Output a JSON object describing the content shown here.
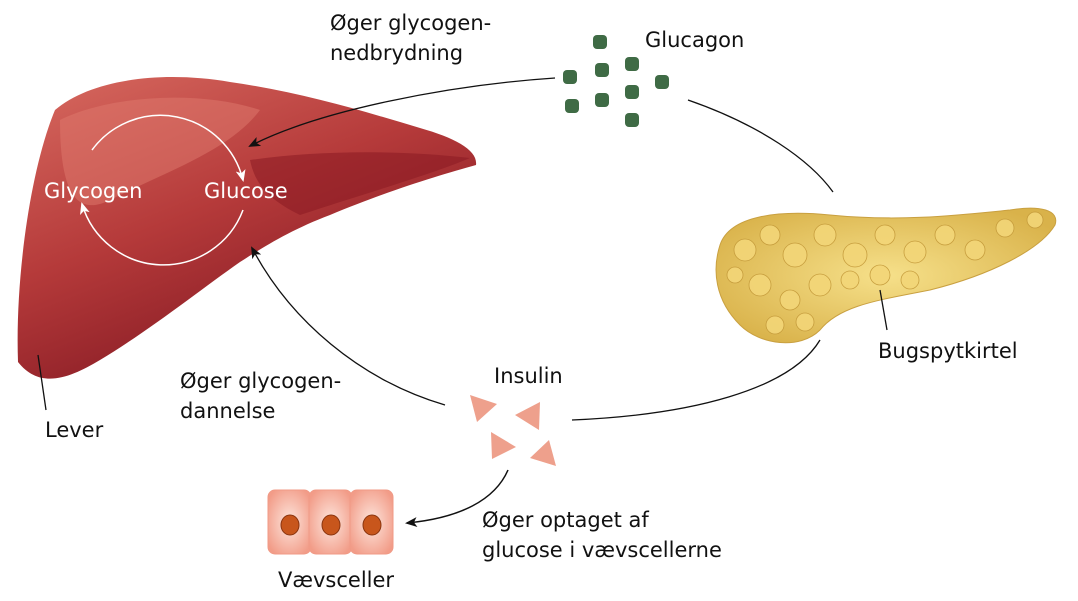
{
  "labels": {
    "glucagon": "Glucagon",
    "insulin": "Insulin",
    "glycogen": "Glycogen",
    "glucose": "Glucose",
    "liver": "Lever",
    "pancreas": "Bugspytkirtel",
    "tissue_cells": "Vævsceller",
    "breakdown_line1": "Øger glycogen-",
    "breakdown_line2": "nedbrydning",
    "formation_line1": "Øger glycogen-",
    "formation_line2": "dannelse",
    "uptake_line1": "Øger optaget af",
    "uptake_line2": "glucose i vævscellerne"
  },
  "colors": {
    "glucagon": "#3f6b45",
    "insulin": "#eea08c",
    "liver_light": "#d0605a",
    "liver_dark": "#8a1a22",
    "pancreas": "#e9c862",
    "cells": "#f4a896",
    "nucleus": "#c8561c"
  }
}
